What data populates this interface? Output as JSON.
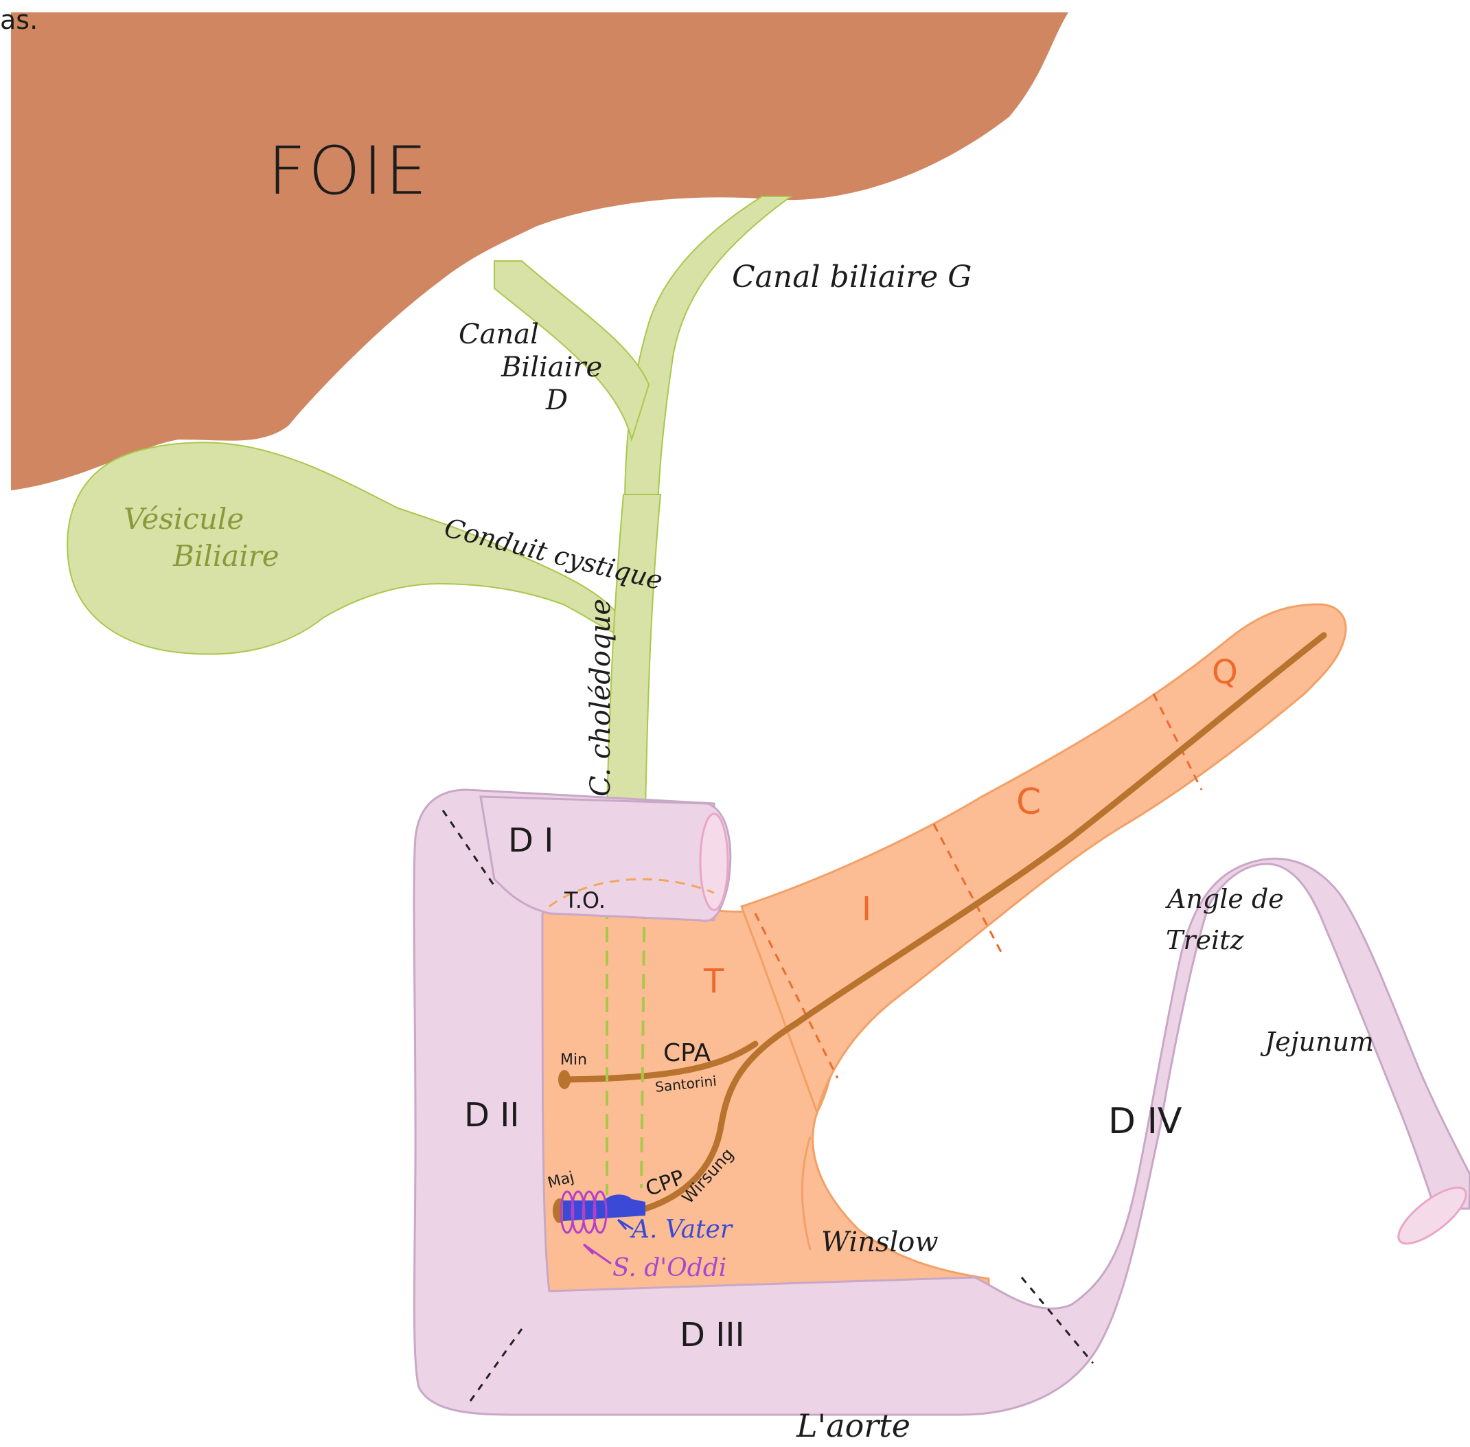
{
  "corner_text": "as.",
  "colors": {
    "liver": "#cf8661",
    "bile": "#d8e1a6",
    "bile_edge": "#a9c84b",
    "pancreas": "#fdbd94",
    "pancreas_edge": "#f3a066",
    "duodenum": "#ecd4e6",
    "duodenum_edge": "#c9a7c6",
    "duct": "#b8732e",
    "vater": "#3b4ad6",
    "oddi": "#b53fc8",
    "lumen": "#e9a6c6"
  },
  "labels": {
    "foie": "FOIE",
    "canal_biliaire_g": "Canal biliaire G",
    "canal_biliaire_d": [
      "Canal",
      "Biliaire",
      "D"
    ],
    "vesicule_biliaire": [
      "Vésicule",
      "Biliaire"
    ],
    "conduit_cystique": "Conduit cystique",
    "choledoque": "C. cholédoque",
    "d1": "D I",
    "d2": "D II",
    "d3": "D III",
    "d4": "D IV",
    "to": "T.O.",
    "tete": "T",
    "isthme": "I",
    "corps": "C",
    "queue": "Q",
    "cpa": "CPA",
    "santorini": "Santorini",
    "min": "Min",
    "maj": "Maj",
    "cpp": "CPP",
    "wirsung": "Wirsung",
    "ampoule_vater": "A. Vater",
    "sphincter_oddi": "S. d'Oddi",
    "winslow": "Winslow",
    "angle_de_treitz": [
      "Angle de",
      "Treitz"
    ],
    "jejunum": "Jejunum",
    "aorte": "L'aorte"
  }
}
